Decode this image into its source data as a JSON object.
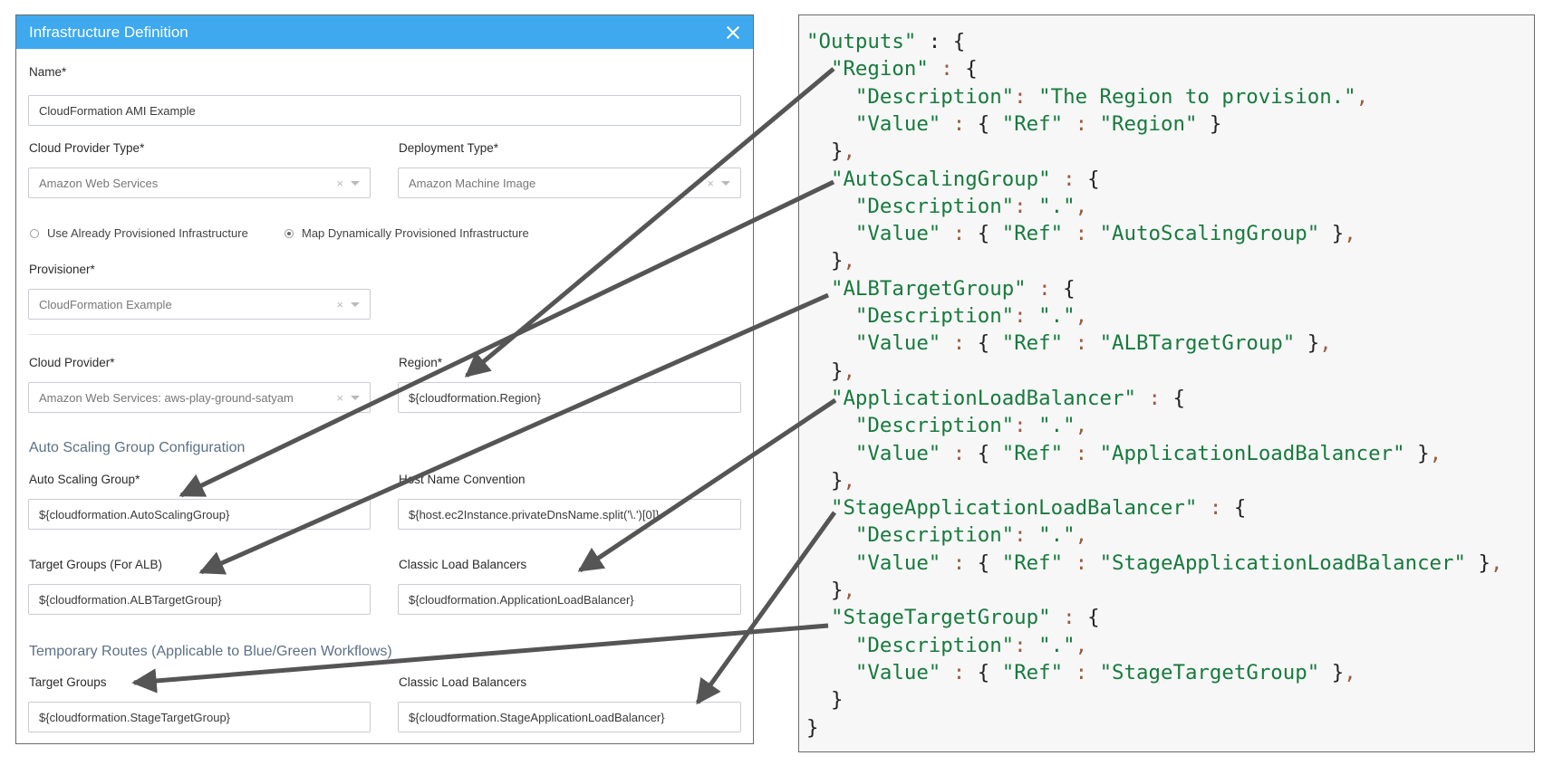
{
  "dialog": {
    "title": "Infrastructure Definition",
    "name_label": "Name*",
    "name_value": "CloudFormation AMI Example",
    "cloud_provider_type_label": "Cloud Provider Type*",
    "cloud_provider_type_value": "Amazon Web Services",
    "deployment_type_label": "Deployment Type*",
    "deployment_type_value": "Amazon Machine Image",
    "radio_use_provisioned": "Use Already Provisioned Infrastructure",
    "radio_map_dynamic": "Map Dynamically Provisioned Infrastructure",
    "radio_selected": "map_dynamic",
    "provisioner_label": "Provisioner*",
    "provisioner_value": "CloudFormation Example",
    "cloud_provider_label": "Cloud Provider*",
    "cloud_provider_value": "Amazon Web Services: aws-play-ground-satyam",
    "region_label": "Region*",
    "region_value": "${cloudformation.Region}",
    "asg_section_title": "Auto Scaling Group Configuration",
    "asg_label": "Auto Scaling Group*",
    "asg_value": "${cloudformation.AutoScalingGroup}",
    "host_name_label": "Host Name Convention",
    "host_name_value": "${host.ec2Instance.privateDnsName.split('\\.')[0]}",
    "target_groups_alb_label": "Target Groups (For ALB)",
    "target_groups_alb_value": "${cloudformation.ALBTargetGroup}",
    "classic_lb_label": "Classic Load Balancers",
    "classic_lb_value": "${cloudformation.ApplicationLoadBalancer}",
    "temp_routes_title": "Temporary Routes (Applicable to Blue/Green Workflows)",
    "temp_target_groups_label": "Target Groups",
    "temp_target_groups_value": "${cloudformation.StageTargetGroup}",
    "temp_classic_lb_label": "Classic Load Balancers",
    "temp_classic_lb_value": "${cloudformation.StageApplicationLoadBalancer}",
    "clear_glyph": "×"
  },
  "code": {
    "outputs_key": "\"Outputs\"",
    "outputs": [
      {
        "key": "Region",
        "description": "The Region to provision.",
        "ref": "Region"
      },
      {
        "key": "AutoScalingGroup",
        "description": ".",
        "ref": "AutoScalingGroup"
      },
      {
        "key": "ALBTargetGroup",
        "description": ".",
        "ref": "ALBTargetGroup"
      },
      {
        "key": "ApplicationLoadBalancer",
        "description": ".",
        "ref": "ApplicationLoadBalancer"
      },
      {
        "key": "StageApplicationLoadBalancer",
        "description": ".",
        "ref": "StageApplicationLoadBalancer"
      },
      {
        "key": "StageTargetGroup",
        "description": ".",
        "ref": "StageTargetGroup"
      }
    ]
  },
  "colors": {
    "header_bg": "#3ea9ef",
    "json_string": "#177a3d",
    "json_punct": "#9a5a3c",
    "arrow": "#555555"
  }
}
